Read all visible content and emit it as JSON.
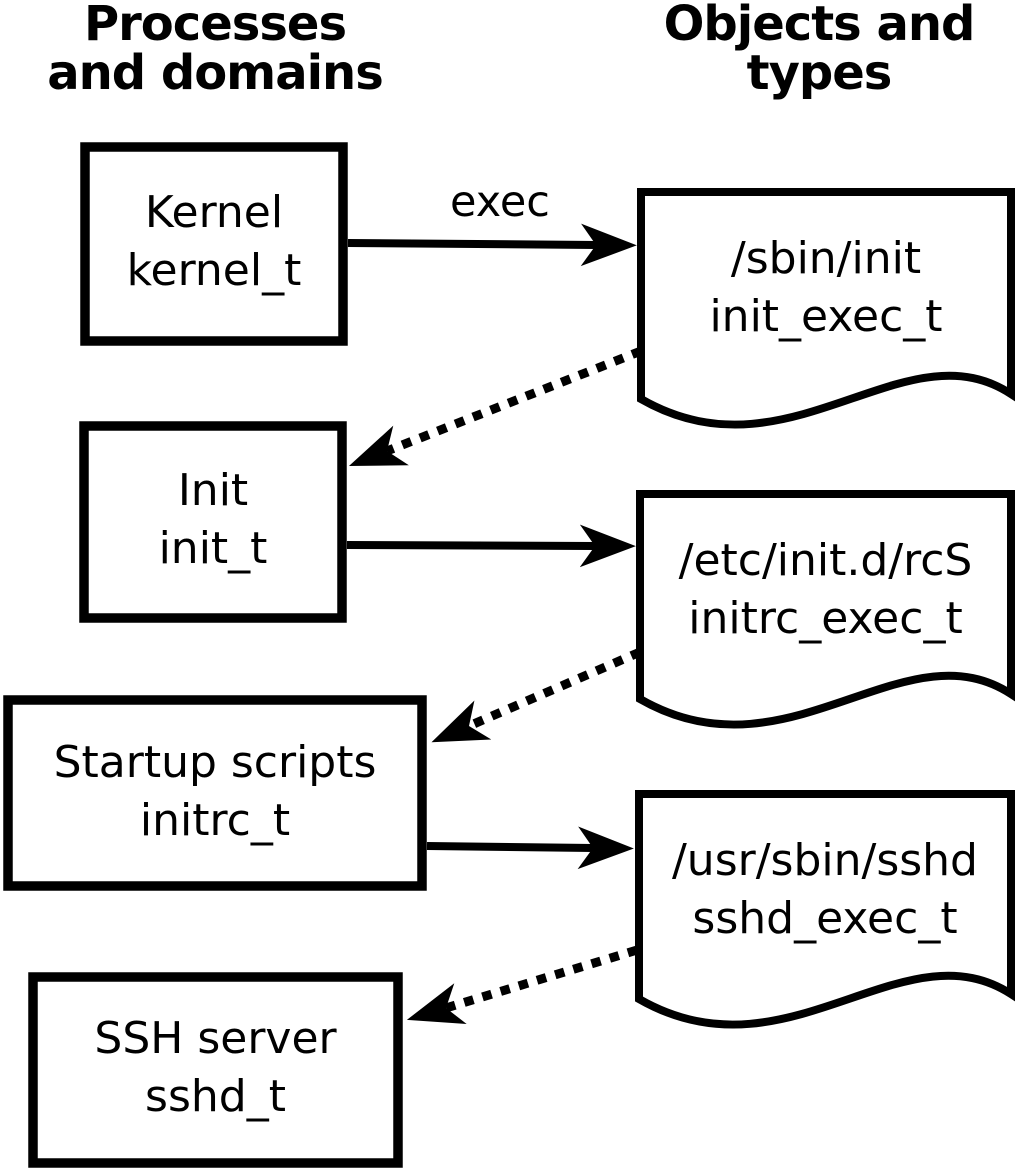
{
  "headers": {
    "processes": {
      "line1": "Processes",
      "line2": "and domains"
    },
    "objects": {
      "line1": "Objects and",
      "line2": "types"
    }
  },
  "process_nodes": {
    "kernel": {
      "name": "Kernel",
      "domain": "kernel_t"
    },
    "init": {
      "name": "Init",
      "domain": "init_t"
    },
    "startup_scripts": {
      "name": "Startup scripts",
      "domain": "initrc_t"
    },
    "ssh_server": {
      "name": "SSH server",
      "domain": "sshd_t"
    }
  },
  "object_nodes": {
    "sbin_init": {
      "path": "/sbin/init",
      "type": "init_exec_t"
    },
    "etc_init_d_rcS": {
      "path": "/etc/init.d/rcS",
      "type": "initrc_exec_t"
    },
    "usr_sbin_sshd": {
      "path": "/usr/sbin/sshd",
      "type": "sshd_exec_t"
    }
  },
  "edges": [
    {
      "from": "Kernel (kernel_t)",
      "to": "/sbin/init (init_exec_t)",
      "style": "solid",
      "label": "exec"
    },
    {
      "from": "/sbin/init (init_exec_t)",
      "to": "Init (init_t)",
      "style": "dotted",
      "label": ""
    },
    {
      "from": "Init (init_t)",
      "to": "/etc/init.d/rcS (initrc_exec_t)",
      "style": "solid",
      "label": ""
    },
    {
      "from": "/etc/init.d/rcS (initrc_exec_t)",
      "to": "Startup scripts (initrc_t)",
      "style": "dotted",
      "label": ""
    },
    {
      "from": "Startup scripts (initrc_t)",
      "to": "/usr/sbin/sshd (sshd_exec_t)",
      "style": "solid",
      "label": ""
    },
    {
      "from": "/usr/sbin/sshd (sshd_exec_t)",
      "to": "SSH server (sshd_t)",
      "style": "dotted",
      "label": ""
    }
  ],
  "colors": {
    "stroke": "#000000",
    "fill": "#ffffff"
  }
}
